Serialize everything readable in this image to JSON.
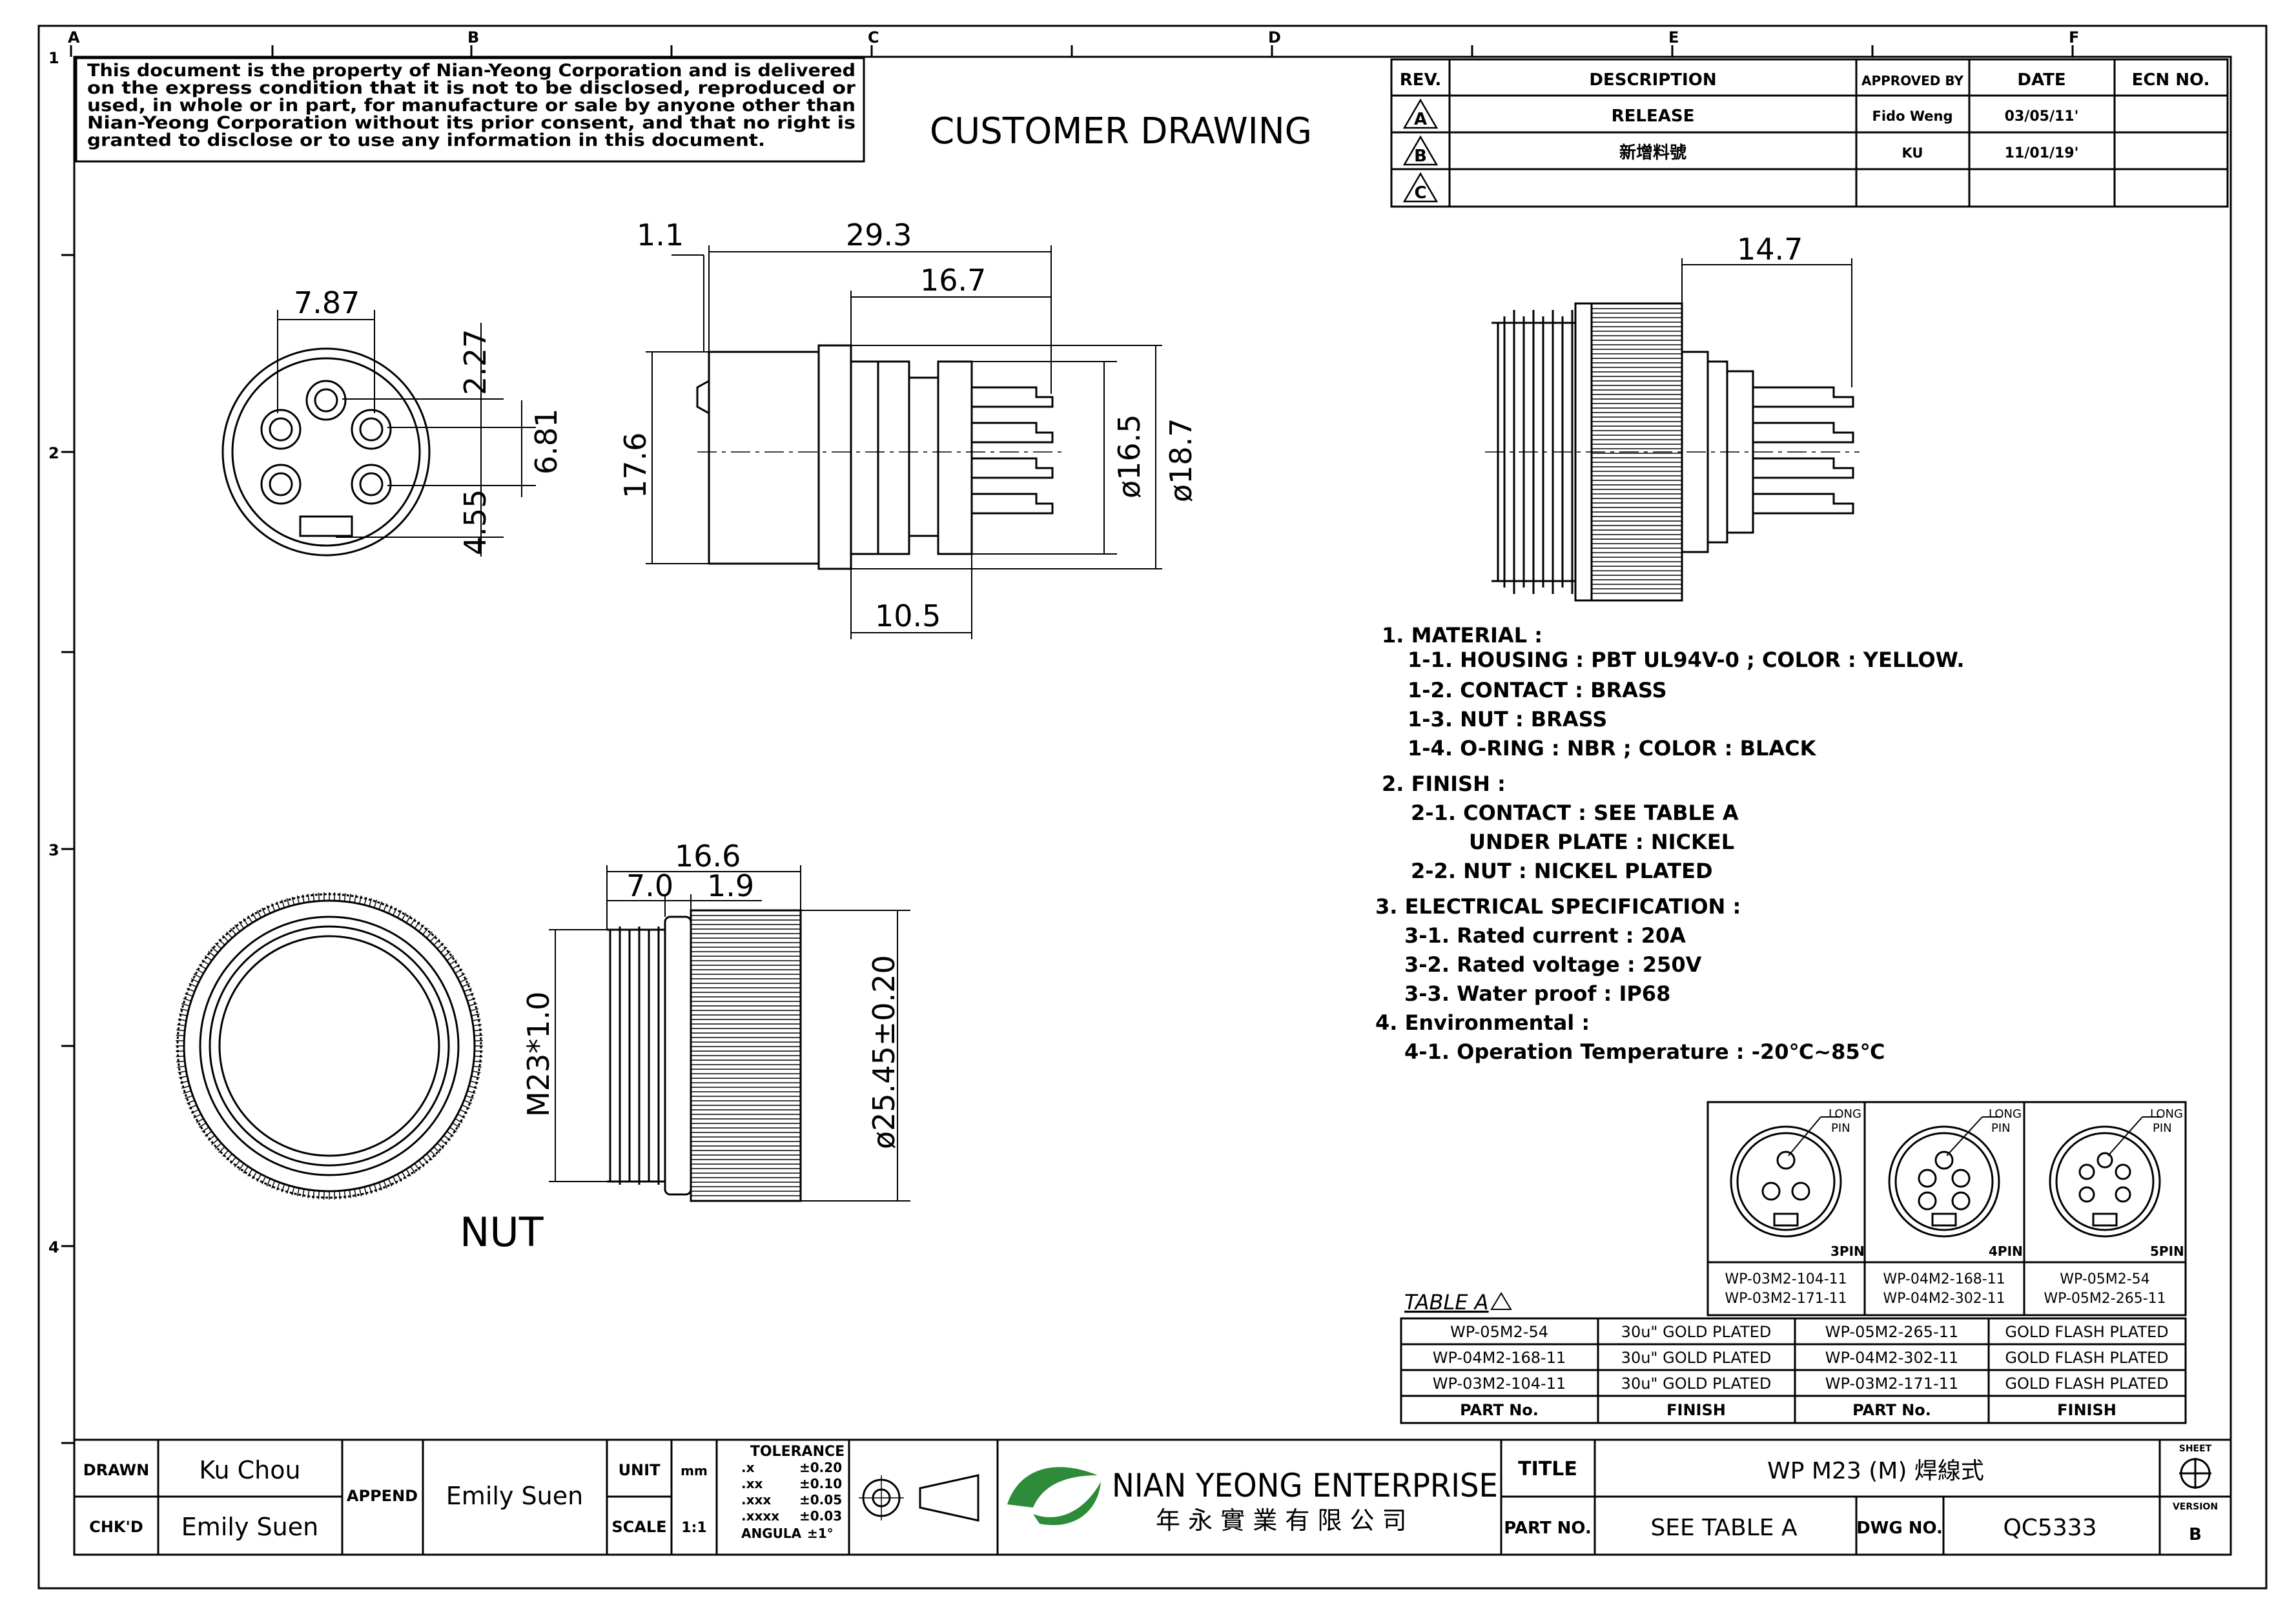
{
  "border": {
    "columns": [
      "A",
      "B",
      "C",
      "D",
      "E",
      "F"
    ],
    "rows": [
      "1",
      "2",
      "3",
      "4"
    ]
  },
  "notice": {
    "lines": [
      "This document is the property of Nian-Yeong Corporation and is delivered",
      "on  the  express condition that it is not to be disclosed, reproduced or",
      "used, in whole or in part, for manufacture or sale by anyone other than",
      "Nian-Yeong Corporation without  its prior consent, and that  no right  is",
      "granted to disclose or to use any information in this  document."
    ]
  },
  "drawing_title": "CUSTOMER  DRAWING",
  "revision_table": {
    "headers": [
      "REV.",
      "DESCRIPTION",
      "APPROVED BY",
      "DATE",
      "ECN NO."
    ],
    "rows": [
      {
        "rev": "A",
        "description": "RELEASE",
        "approved": "Fido Weng",
        "date": "03/05/11'",
        "ecn": ""
      },
      {
        "rev": "B",
        "description": "新增料號",
        "approved": "KU",
        "date": "11/01/19'",
        "ecn": ""
      },
      {
        "rev": "C",
        "description": "",
        "approved": "",
        "date": "",
        "ecn": ""
      }
    ]
  },
  "dimensions": {
    "front_pin_spacing": "7.87",
    "front_offset_top": "2.27",
    "front_height": "6.81",
    "front_offset_bottom": "4.55",
    "side_flange": "1.1",
    "side_total_length": "29.3",
    "side_pin_length": "16.7",
    "side_height": "17.6",
    "side_dia_inner": "ø16.5",
    "side_dia_outer": "ø18.7",
    "side_body_length": "10.5",
    "right_view_length": "14.7",
    "nut_total_length": "16.6",
    "nut_thread_length": "7.0",
    "nut_gap": "1.9",
    "nut_thread": "M23*1.0",
    "nut_diameter": "ø25.45±0.20",
    "nut_label": "NUT"
  },
  "notes": {
    "lines": [
      "1. MATERIAL :",
      "1-1. HOUSING : PBT UL94V-0 ; COLOR : YELLOW.",
      "1-2. CONTACT : BRASS",
      "1-3. NUT : BRASS",
      "1-4. O-RING : NBR ; COLOR : BLACK",
      "2. FINISH :",
      "2-1. CONTACT : SEE TABLE A",
      "UNDER PLATE : NICKEL",
      "2-2. NUT : NICKEL PLATED",
      "3. ELECTRICAL SPECIFICATION :",
      "3-1. Rated current : 20A",
      "3-2. Rated voltage : 250V",
      "3-3. Water proof : IP68",
      "4. Environmental :",
      "4-1. Operation Temperature : -20℃~85℃"
    ]
  },
  "pin_table": {
    "long_pin_label_1": "LONG",
    "long_pin_label_2": "PIN",
    "cells": [
      {
        "label": "3PIN",
        "part1": "WP-03M2-104-11",
        "part2": "WP-03M2-171-11"
      },
      {
        "label": "4PIN",
        "part1": "WP-04M2-168-11",
        "part2": "WP-04M2-302-11"
      },
      {
        "label": "5PIN",
        "part1": "WP-05M2-54",
        "part2": "WP-05M2-265-11"
      }
    ]
  },
  "table_a": {
    "title": "TABLE A",
    "rows": [
      [
        "WP-05M2-54",
        "30u\" GOLD PLATED",
        "WP-05M2-265-11",
        "GOLD FLASH PLATED"
      ],
      [
        "WP-04M2-168-11",
        "30u\" GOLD PLATED",
        "WP-04M2-302-11",
        "GOLD FLASH PLATED"
      ],
      [
        "WP-03M2-104-11",
        "30u\" GOLD PLATED",
        "WP-03M2-171-11",
        "GOLD FLASH PLATED"
      ]
    ],
    "footer": [
      "PART No.",
      "FINISH",
      "PART No.",
      "FINISH"
    ]
  },
  "title_block": {
    "drawn_label": "DRAWN",
    "drawn_value": "Ku Chou",
    "chkd_label": "CHK'D",
    "chkd_value": "Emily Suen",
    "append_label": "APPEND",
    "append_value": "Emily Suen",
    "unit_label": "UNIT",
    "unit_value": "mm",
    "scale_label": "SCALE",
    "scale_value": "1:1",
    "tolerance_title": "TOLERANCE",
    "tolerance_lines": [
      [
        ".x",
        "±0.20"
      ],
      [
        ".xx",
        "±0.10"
      ],
      [
        ".xxx",
        "±0.05"
      ],
      [
        ".xxxx",
        "±0.03"
      ],
      [
        "ANGULA",
        "±1°"
      ]
    ],
    "company_name": "NIAN YEONG ENTERPRISE",
    "company_name_cn": "年 永 實 業 有 限 公 司",
    "title_label": "TITLE",
    "title_value": "WP  M23  (M)  焊線式",
    "part_no_label": "PART NO.",
    "part_no_value": "SEE  TABLE  A",
    "dwg_no_label": "DWG NO.",
    "dwg_no_value": "QC5333",
    "sheet_label": "SHEET",
    "version_label": "VERSION",
    "version_value": "B"
  },
  "colors": {
    "line": "#000000",
    "logo_green": "#2e8b3a"
  }
}
